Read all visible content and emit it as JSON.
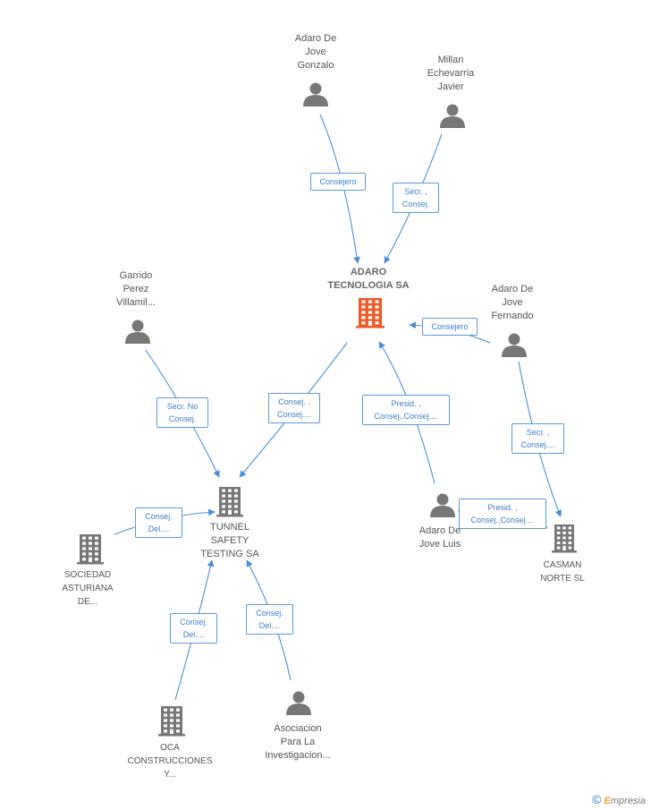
{
  "nodes": {
    "adaro_tecnologia": {
      "lines": [
        "ADARO",
        "TECNOLOGIA SA"
      ],
      "kind": "company-main"
    },
    "adaro_gonzalo": {
      "lines": [
        "Adaro De",
        "Jove",
        "Gonzalo"
      ],
      "kind": "person"
    },
    "millan": {
      "lines": [
        "Millan",
        "Echevarria",
        "Javier"
      ],
      "kind": "person"
    },
    "adaro_fernando": {
      "lines": [
        "Adaro De",
        "Jove",
        "Fernando"
      ],
      "kind": "person"
    },
    "garrido": {
      "lines": [
        "Garrido",
        "Perez",
        "Villamil..."
      ],
      "kind": "person"
    },
    "tunnel": {
      "lines": [
        "TUNNEL",
        "SAFETY",
        "TESTING SA"
      ],
      "kind": "company"
    },
    "sociedad": {
      "lines": [
        "SOCIEDAD",
        "ASTURIANA",
        "DE..."
      ],
      "kind": "company"
    },
    "adaro_luis": {
      "lines": [
        "Adaro De",
        "Jove Luis"
      ],
      "kind": "person"
    },
    "casman": {
      "lines": [
        "CASMAN",
        "NORTE SL"
      ],
      "kind": "company"
    },
    "oca": {
      "lines": [
        "OCA",
        "CONSTRUCCIONES",
        "Y..."
      ],
      "kind": "company"
    },
    "asociacion": {
      "lines": [
        "Asociacion",
        "Para La",
        "Investigacion..."
      ],
      "kind": "person"
    }
  },
  "edges": {
    "gonzalo_adaro": {
      "lines": [
        "Consejero"
      ]
    },
    "millan_adaro": {
      "lines": [
        "Secr. ,",
        "Consej."
      ]
    },
    "fernando_adaro": {
      "lines": [
        "Consejero"
      ]
    },
    "adaro_tunnel": {
      "lines": [
        "Consej. ,",
        "Consej...."
      ]
    },
    "luis_adaro": {
      "lines": [
        "Presid. ,",
        "Consej.,Consej...."
      ]
    },
    "garrido_tunnel": {
      "lines": [
        "Secr.  No",
        "Consej."
      ]
    },
    "fernando_casman": {
      "lines": [
        "Secr. ,",
        "Consej...."
      ]
    },
    "luis_casman": {
      "lines": [
        "Presid. ,",
        "Consej.,Consej...."
      ]
    },
    "sociedad_tunnel": {
      "lines": [
        "Consej.",
        "Del...."
      ]
    },
    "oca_tunnel": {
      "lines": [
        "Consej.",
        "Del...."
      ]
    },
    "asociacion_tunnel": {
      "lines": [
        "Consej.",
        "Del...."
      ]
    }
  },
  "colors": {
    "edge": "#4a8fd6",
    "edge_label": "#3f7fc4",
    "person_icon": "#777777",
    "company_icon": "#777777",
    "main_company_icon": "#f05a28"
  },
  "footer": {
    "copyright": "©",
    "brand_initial": "E",
    "brand_rest": "mpresia"
  }
}
